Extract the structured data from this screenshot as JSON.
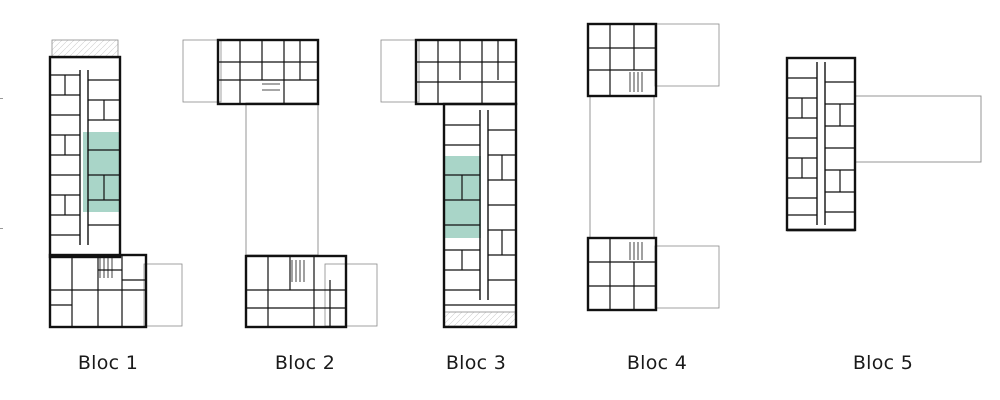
{
  "blocs": [
    {
      "label": "Bloc 1",
      "highlight": true
    },
    {
      "label": "Bloc 2",
      "highlight": false
    },
    {
      "label": "Bloc 3",
      "highlight": true
    },
    {
      "label": "Bloc 4",
      "highlight": false
    },
    {
      "label": "Bloc 5",
      "highlight": false
    }
  ],
  "colors": {
    "wall": "#111111",
    "outline": "#8a8a8a",
    "highlight": "#a9d5c8",
    "text": "#1a1a1a"
  }
}
